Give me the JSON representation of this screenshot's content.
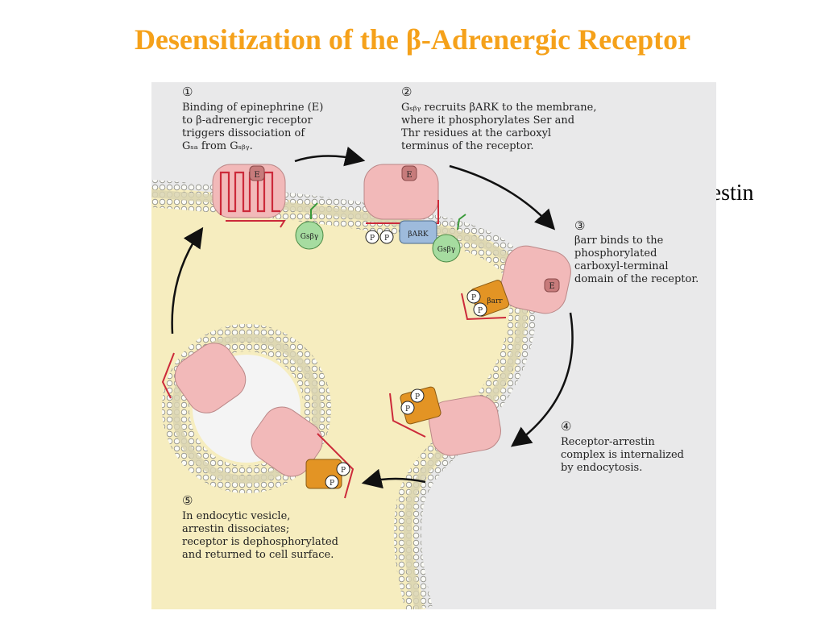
{
  "title": "Desensitization of the β-Adrenergic Receptor",
  "side_label": "β-arrestin",
  "steps": [
    {
      "num": "①",
      "lines": [
        "Binding of epinephrine (E)",
        "to β-adrenergic receptor",
        "triggers dissociation of",
        "Gₛₐ from Gₛᵦᵧ."
      ]
    },
    {
      "num": "②",
      "lines": [
        "Gₛᵦᵧ recruits βARK to the membrane,",
        "where it phosphorylates Ser and",
        "Thr residues at the carboxyl",
        "terminus of the receptor."
      ]
    },
    {
      "num": "③",
      "lines": [
        "βarr binds to the",
        "phosphorylated",
        "carboxyl-terminal",
        "domain of the receptor."
      ]
    },
    {
      "num": "④",
      "lines": [
        "Receptor-arrestin",
        "complex is internalized",
        "by endocytosis."
      ]
    },
    {
      "num": "⑤",
      "lines": [
        "In endocytic vesicle,",
        "arrestin dissociates;",
        "receptor is dephosphorylated",
        "and returned to cell surface."
      ]
    }
  ],
  "labels": {
    "E": "E",
    "gsbg": "Gsβγ",
    "bark": "βARK",
    "P": "P",
    "barr": "βarr"
  },
  "colors": {
    "title": "#f5a11a",
    "cytoplasm": "#f6edbf",
    "background": "#e9e9ea",
    "receptor": "#f2b9b9",
    "arrestin": "#e39424",
    "bark": "#9ebbdc",
    "g_protein": "#a6dca0",
    "tail": "#cc2a3a"
  }
}
